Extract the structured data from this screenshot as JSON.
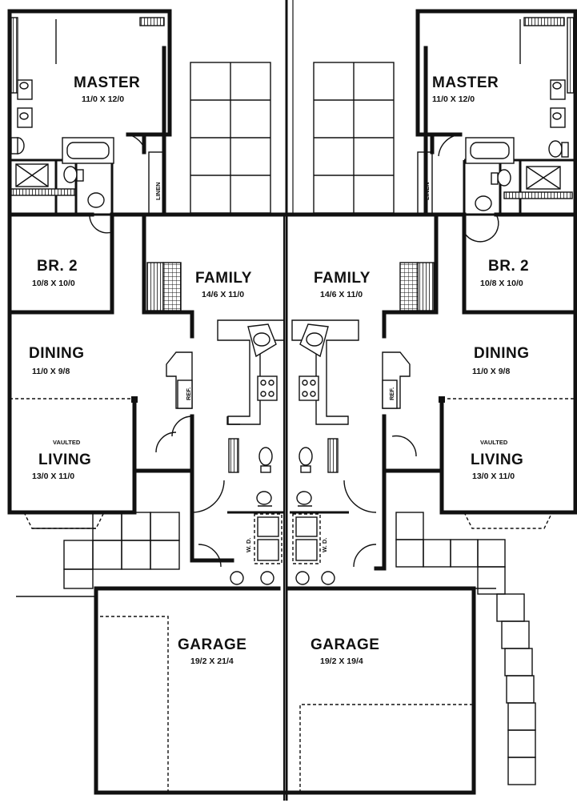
{
  "rooms": {
    "master": {
      "name": "MASTER",
      "dims": "11/0 X 12/0"
    },
    "br2": {
      "name": "BR. 2",
      "dims": "10/8 X 10/0"
    },
    "family": {
      "name": "FAMILY",
      "dims": "14/6 X 11/0"
    },
    "dining": {
      "name": "DINING",
      "dims": "11/0 X 9/8"
    },
    "living": {
      "prefix": "VAULTED",
      "name": "LIVING",
      "dims": "13/0 X 11/0"
    },
    "garage_left": {
      "name": "GARAGE",
      "dims": "19/2 X 21/4"
    },
    "garage_right": {
      "name": "GARAGE",
      "dims": "19/2 X 19/4"
    }
  },
  "labels": {
    "linen": "LINEN",
    "ref": "REF.",
    "washer_dryer": "W. D."
  }
}
